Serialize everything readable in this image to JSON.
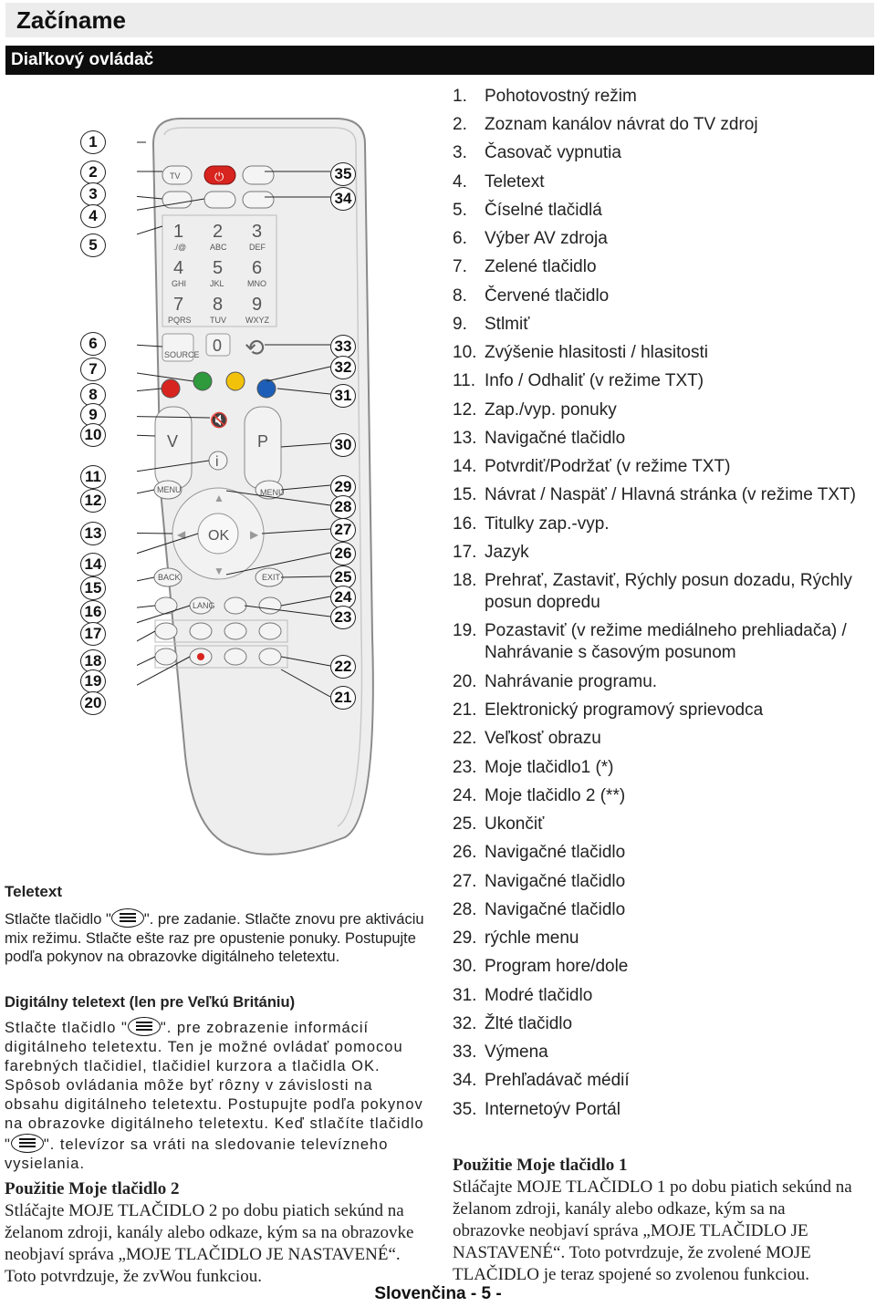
{
  "page": {
    "title": "Začíname",
    "section": "Diaľkový ovládač",
    "footer": "Slovenčina  - 5 -"
  },
  "remote": {
    "labels": {
      "ok": "OK",
      "menu": "MENU",
      "back": "BACK",
      "exit": "EXIT",
      "lang": "LANG",
      "source": "SOURCE",
      "v": "V",
      "p": "P",
      "info": "i",
      "qmenu": "MENU",
      "tv": "TV",
      "d1": "1",
      "d1s": "./@",
      "d2": "2",
      "d2s": "ABC",
      "d3": "3",
      "d3s": "DEF",
      "d4": "4",
      "d4s": "GHI",
      "d5": "5",
      "d5s": "JKL",
      "d6": "6",
      "d6s": "MNO",
      "d7": "7",
      "d7s": "PQRS",
      "d8": "8",
      "d8s": "TUV",
      "d9": "9",
      "d9s": "WXYZ",
      "d0": "0"
    },
    "button_colors": {
      "red": "#d8241f",
      "green": "#2e9a3c",
      "yellow": "#f2c20a",
      "blue": "#1d5fb8",
      "power": "#d8241f"
    },
    "callouts_left": [
      "1",
      "2",
      "3",
      "4",
      "5",
      "6",
      "7",
      "8",
      "9",
      "10",
      "11",
      "12",
      "13",
      "14",
      "15",
      "16",
      "17",
      "18",
      "19",
      "20"
    ],
    "callouts_right": [
      "35",
      "34",
      "33",
      "32",
      "31",
      "30",
      "29",
      "28",
      "27",
      "26",
      "25",
      "24",
      "23",
      "22",
      "21"
    ]
  },
  "legend": [
    {
      "num": "1.",
      "text": "Pohotovostný režim"
    },
    {
      "num": "2.",
      "text": "Zoznam kanálov návrat do TV zdroj"
    },
    {
      "num": "3.",
      "text": "Časovač vypnutia"
    },
    {
      "num": "4.",
      "text": "Teletext"
    },
    {
      "num": "5.",
      "text": "Číselné tlačidlá"
    },
    {
      "num": "6.",
      "text": "Výber AV zdroja"
    },
    {
      "num": "7.",
      "text": "Zelené tlačidlo"
    },
    {
      "num": "8.",
      "text": "Červené tlačidlo"
    },
    {
      "num": "9.",
      "text": "Stlmiť"
    },
    {
      "num": "10.",
      "text": "Zvýšenie hlasitosti / hlasitosti"
    },
    {
      "num": "11.",
      "text": "Info / Odhaliť (v režime TXT)"
    },
    {
      "num": "12.",
      "text": "Zap./vyp. ponuky"
    },
    {
      "num": "13.",
      "text": "Navigačné tlačidlo"
    },
    {
      "num": "14.",
      "text": "Potvrdiť/Podržať (v režime TXT)"
    },
    {
      "num": "15.",
      "text": "Návrat / Naspäť / Hlavná stránka  (v režime TXT)"
    },
    {
      "num": "16.",
      "text": "Titulky zap.-vyp."
    },
    {
      "num": "17.",
      "text": "Jazyk"
    },
    {
      "num": "18.",
      "text": "Prehrať, Zastaviť, Rýchly posun dozadu, Rýchly posun dopredu"
    },
    {
      "num": "19.",
      "text": "Pozastaviť (v režime mediálneho prehliadača) / Nahrávanie s časovým posunom"
    },
    {
      "num": "20.",
      "text": "Nahrávanie programu."
    },
    {
      "num": "21.",
      "text": "Elektronický programový sprievodca"
    },
    {
      "num": "22.",
      "text": "Veľkosť obrazu"
    },
    {
      "num": "23.",
      "text": "Moje tlačidlo1 (*)"
    },
    {
      "num": "24.",
      "text": "Moje tlačidlo 2 (**)"
    },
    {
      "num": "25.",
      "text": "Ukončiť"
    },
    {
      "num": "26.",
      "text": "Navigačné tlačidlo"
    },
    {
      "num": "27.",
      "text": "Navigačné tlačidlo"
    },
    {
      "num": "28.",
      "text": "Navigačné tlačidlo"
    },
    {
      "num": "29.",
      "text": "rýchle menu"
    },
    {
      "num": "30.",
      "text": "Program hore/dole"
    },
    {
      "num": "31.",
      "text": "Modré tlačidlo"
    },
    {
      "num": "32.",
      "text": "Žlté tlačidlo"
    },
    {
      "num": "33.",
      "text": "Výmena"
    },
    {
      "num": "34.",
      "text": "Prehľadávač médií"
    },
    {
      "num": "35.",
      "text": "Internetoýv Portál"
    }
  ],
  "teletext": {
    "heading": "Teletext",
    "p1_before": "Stlačte tlačidlo \"",
    "p1_after": "\". pre zadanie. Stlačte znovu pre aktiváciu mix režimu. Stlačte ešte raz pre opustenie ponuky. Postupujte podľa pokynov na obrazovke digitálneho teletextu.",
    "digital_heading": "Digitálny teletext (len pre Veľkú Britániu)",
    "p2_before": "Stlačte tlačidlo \"",
    "p2_middle": "\". pre zobrazenie informácií digitálneho teletextu. Ten je možné ovládať pomocou farebných tlačidiel, tlačidiel kurzora a tlačidla OK. Spôsob ovládania môže byť rôzny v závislosti na obsahu digitálneho teletextu. Postupujte podľa pokynov na obrazovke digitálneho teletextu. Keď stlačíte tlačidlo \"",
    "p2_after": "\". televízor sa vráti na sledovanie televízneho vysielania."
  },
  "myButton2": {
    "heading": "Použitie Moje tlačidlo 2",
    "text": "Stláčajte MOJE TLAČIDLO 2 po dobu piatich sekúnd na želanom zdroji, kanály alebo odkaze, kým sa na obrazovke neobjaví správa „MOJE TLAČIDLO JE NASTAVENÉ“. Toto potvrdzuje, že zvWou funkciou."
  },
  "myButton1": {
    "heading": "Použitie Moje tlačidlo 1",
    "text": "Stláčajte MOJE TLAČIDLO 1 po dobu piatich sekúnd na želanom zdroji, kanály alebo odkaze, kým sa na obrazovke neobjaví správa „MOJE TLAČIDLO JE NASTAVENÉ“. Toto potvrdzuje, že zvolené MOJE TLAČIDLO je teraz spojené so zvolenou funkciou."
  }
}
